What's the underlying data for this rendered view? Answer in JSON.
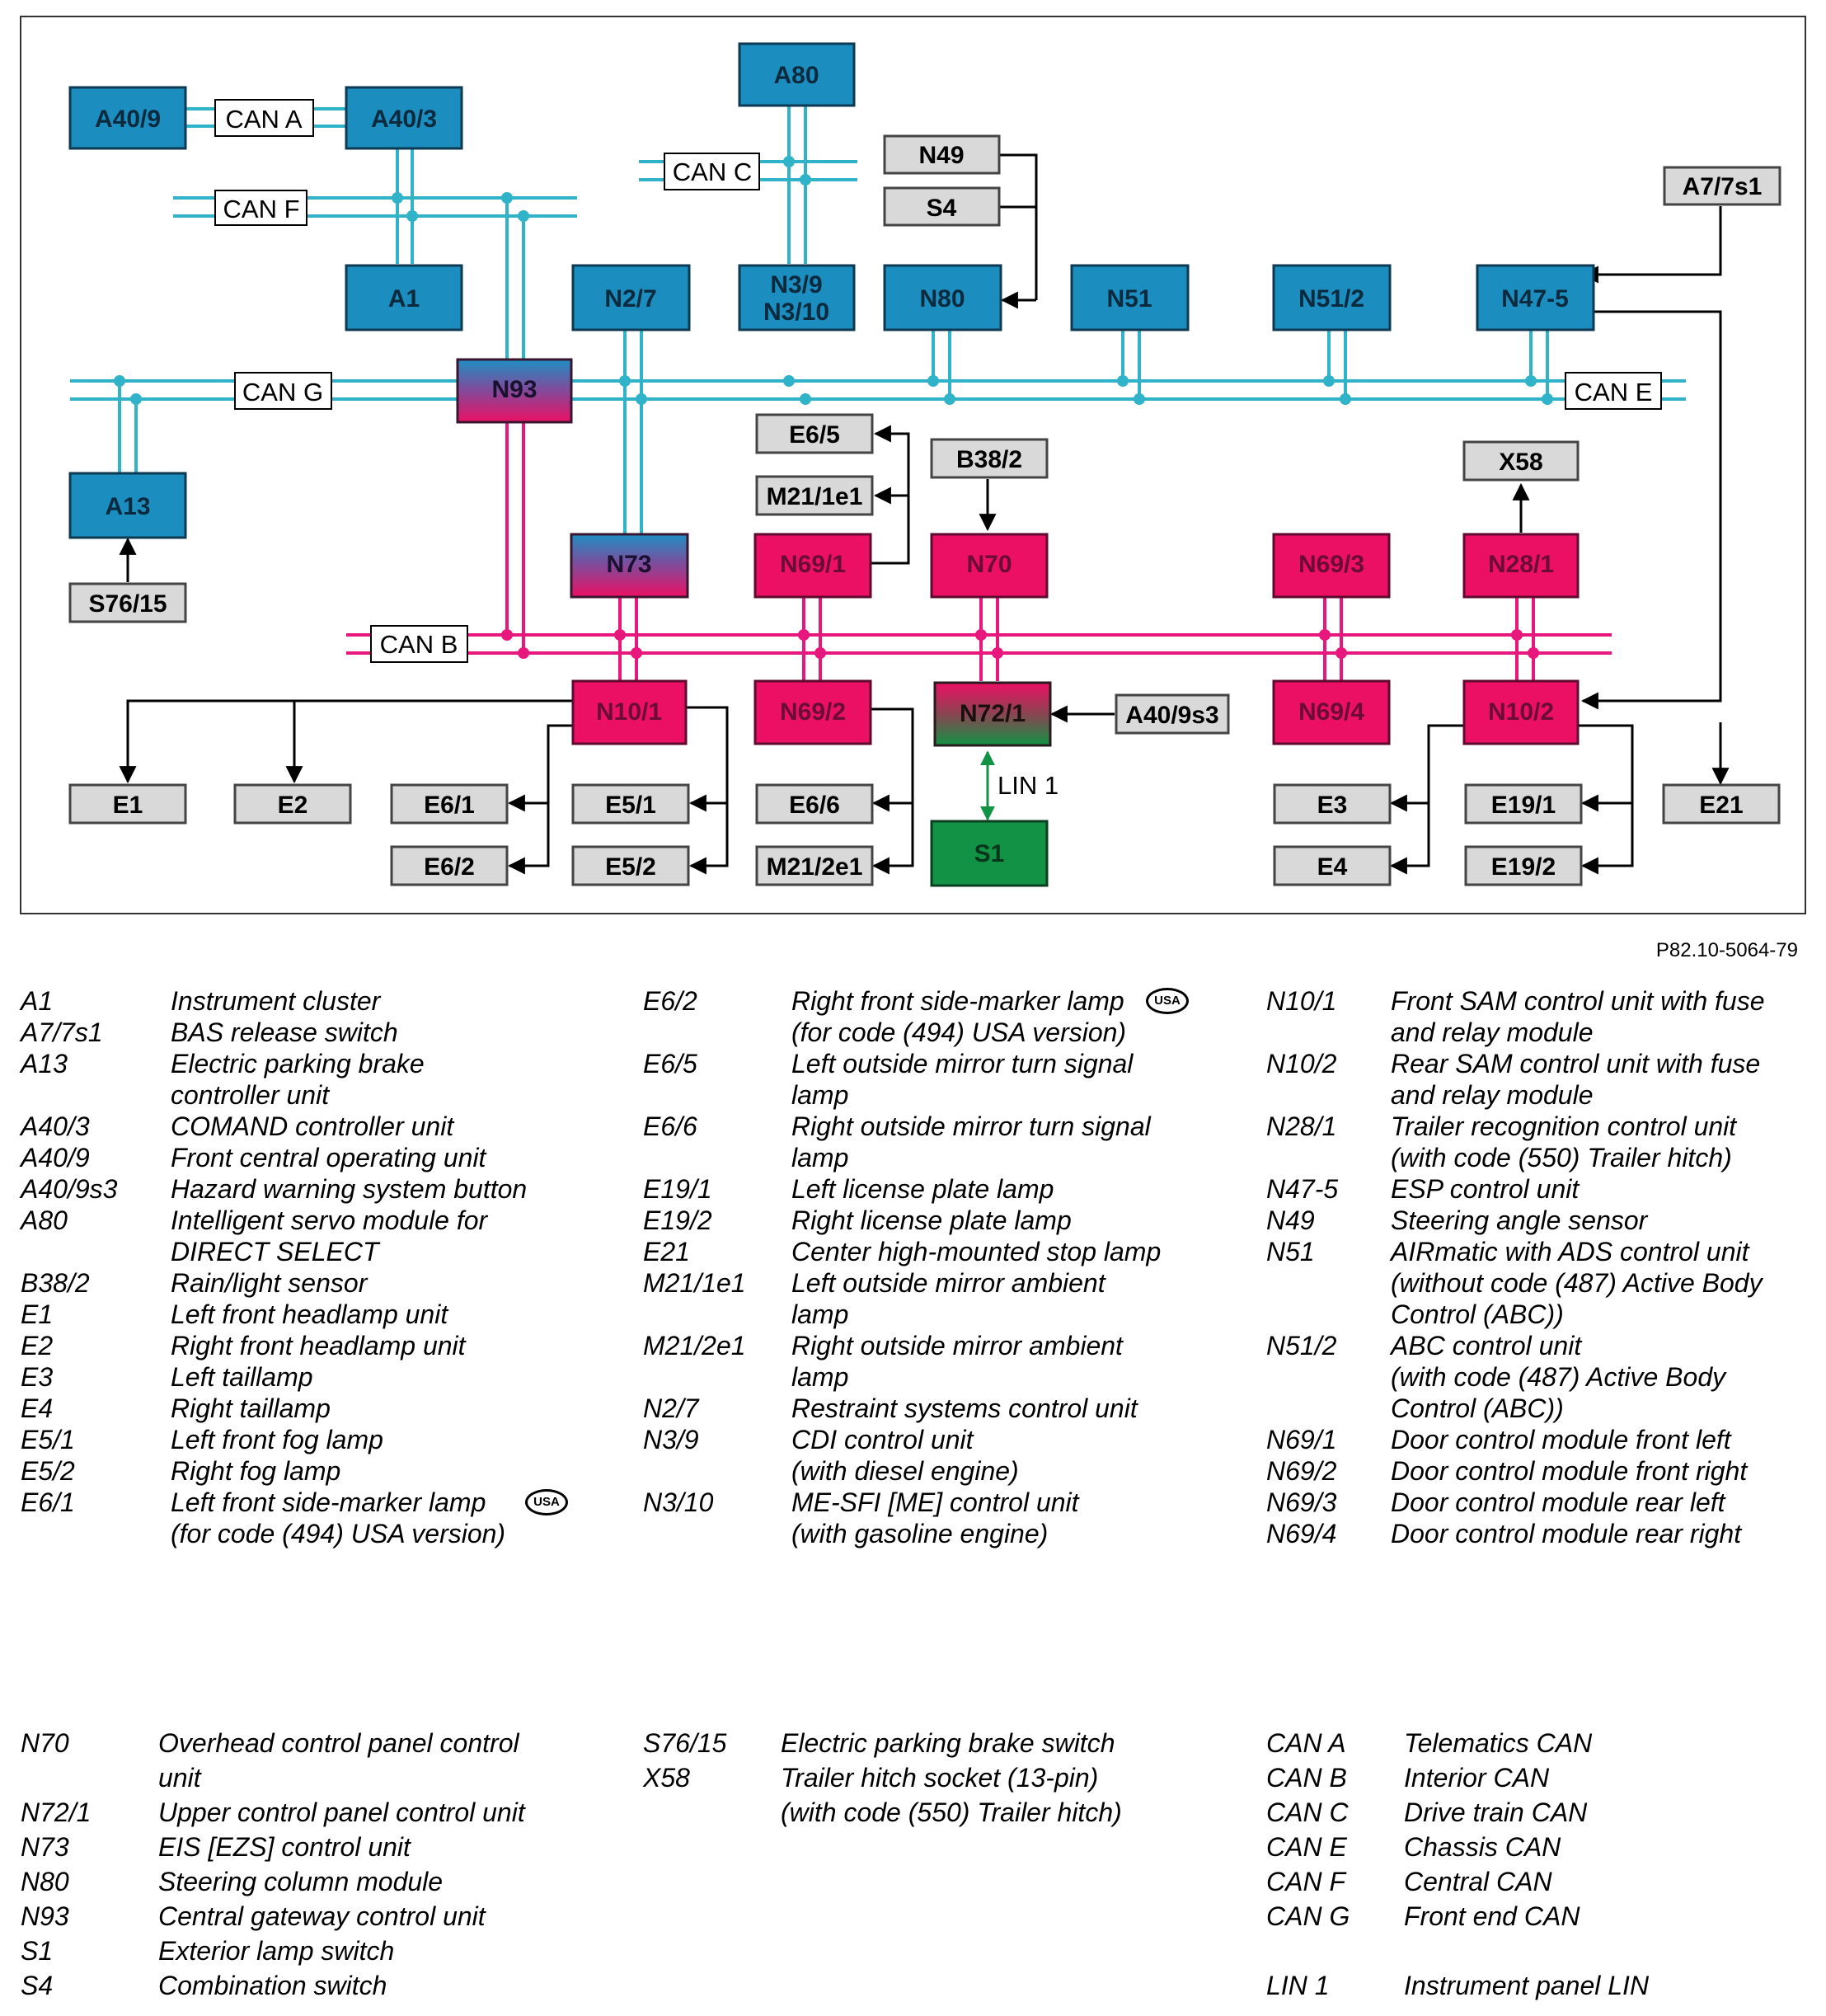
{
  "diagram": {
    "boxes": {
      "A40_9": "A40/9",
      "A40_3": "A40/3",
      "A80": "A80",
      "N49": "N49",
      "S4": "S4",
      "A7_7s1": "A7/7s1",
      "A1": "A1",
      "N2_7": "N2/7",
      "N3_9": "N3/9",
      "N3_10": "N3/10",
      "N80": "N80",
      "N51": "N51",
      "N51_2": "N51/2",
      "N47_5": "N47-5",
      "N93": "N93",
      "A13": "A13",
      "S76_15": "S76/15",
      "E6_5": "E6/5",
      "M21_1e1": "M21/1e1",
      "B38_2": "B38/2",
      "X58": "X58",
      "N73": "N73",
      "N69_1": "N69/1",
      "N70": "N70",
      "N69_3": "N69/3",
      "N28_1": "N28/1",
      "N10_1": "N10/1",
      "N69_2": "N69/2",
      "N72_1": "N72/1",
      "A40_9s3": "A40/9s3",
      "N69_4": "N69/4",
      "N10_2": "N10/2",
      "E1": "E1",
      "E2": "E2",
      "E6_1": "E6/1",
      "E6_2": "E6/2",
      "E5_1": "E5/1",
      "E5_2": "E5/2",
      "E6_6": "E6/6",
      "M21_2e1": "M21/2e1",
      "S1": "S1",
      "E3": "E3",
      "E4": "E4",
      "E19_1": "E19/1",
      "E19_2": "E19/2",
      "E21": "E21"
    },
    "bus_labels": {
      "can_a": "CAN A",
      "can_c": "CAN C",
      "can_f": "CAN F",
      "can_g": "CAN G",
      "can_e": "CAN E",
      "can_b": "CAN B",
      "lin_1": "LIN 1"
    },
    "colors": {
      "blue": "#1b8dbf",
      "pink": "#ec1064",
      "green": "#119245",
      "gray": "#d9d9d9",
      "can_blue_line": "#30b2c8",
      "can_pink_line": "#e8177e"
    }
  },
  "reference": "P82.10-5064-79",
  "usa_badge": "USA",
  "legend_top": {
    "col1": [
      {
        "code": "A1",
        "desc": [
          "Instrument cluster"
        ]
      },
      {
        "code": "A7/7s1",
        "desc": [
          "BAS release switch"
        ]
      },
      {
        "code": "A13",
        "desc": [
          "Electric parking brake",
          "controller unit"
        ]
      },
      {
        "code": "A40/3",
        "desc": [
          "COMAND controller unit"
        ]
      },
      {
        "code": "A40/9",
        "desc": [
          "Front central operating unit"
        ]
      },
      {
        "code": "A40/9s3",
        "desc": [
          "Hazard warning system button"
        ]
      },
      {
        "code": "A80",
        "desc": [
          "Intelligent servo module for",
          "DIRECT SELECT"
        ]
      },
      {
        "code": "B38/2",
        "desc": [
          "Rain/light sensor"
        ]
      },
      {
        "code": "E1",
        "desc": [
          "Left front headlamp unit"
        ]
      },
      {
        "code": "E2",
        "desc": [
          "Right front headlamp unit"
        ]
      },
      {
        "code": "E3",
        "desc": [
          "Left taillamp"
        ]
      },
      {
        "code": "E4",
        "desc": [
          "Right taillamp"
        ]
      },
      {
        "code": "E5/1",
        "desc": [
          "Left front fog lamp"
        ]
      },
      {
        "code": "E5/2",
        "desc": [
          "Right fog lamp"
        ]
      },
      {
        "code": "E6/1",
        "desc": [
          "Left front side-marker lamp",
          "(for code (494) USA version)"
        ],
        "usa": true
      }
    ],
    "col2": [
      {
        "code": "E6/2",
        "desc": [
          "Right front side-marker lamp",
          " (for code (494) USA version)"
        ],
        "usa": true
      },
      {
        "code": "E6/5",
        "desc": [
          "Left outside mirror turn signal",
          "lamp"
        ]
      },
      {
        "code": "E6/6",
        "desc": [
          "Right outside mirror turn signal",
          "lamp"
        ]
      },
      {
        "code": "E19/1",
        "desc": [
          "Left license plate lamp"
        ]
      },
      {
        "code": "E19/2",
        "desc": [
          "Right license plate lamp"
        ]
      },
      {
        "code": "E21",
        "desc": [
          "Center high-mounted stop lamp"
        ]
      },
      {
        "code": "M21/1e1",
        "desc": [
          "Left outside mirror ambient",
          "lamp"
        ]
      },
      {
        "code": "M21/2e1",
        "desc": [
          "Right outside mirror ambient",
          "lamp"
        ]
      },
      {
        "code": "N2/7",
        "desc": [
          "Restraint systems control unit"
        ]
      },
      {
        "code": "N3/9",
        "desc": [
          "CDI control unit",
          "(with diesel engine)"
        ]
      },
      {
        "code": "N3/10",
        "desc": [
          "ME-SFI [ME] control unit",
          "(with gasoline engine)"
        ]
      }
    ],
    "col3": [
      {
        "code": "N10/1",
        "desc": [
          "Front SAM control unit with fuse",
          "and relay module"
        ]
      },
      {
        "code": "N10/2",
        "desc": [
          "Rear SAM control unit with fuse",
          "and relay module"
        ]
      },
      {
        "code": "N28/1",
        "desc": [
          "Trailer recognition control unit",
          "(with code (550) Trailer hitch)"
        ]
      },
      {
        "code": "N47-5",
        "desc": [
          "ESP control unit"
        ]
      },
      {
        "code": "N49",
        "desc": [
          "Steering angle sensor"
        ]
      },
      {
        "code": "N51",
        "desc": [
          "AIRmatic with ADS control unit",
          "(without code (487) Active Body",
          "Control (ABC))"
        ]
      },
      {
        "code": "N51/2",
        "desc": [
          "ABC control unit",
          "(with code (487) Active Body",
          "Control (ABC))"
        ]
      },
      {
        "code": "N69/1",
        "desc": [
          "Door control module front left"
        ]
      },
      {
        "code": "N69/2",
        "desc": [
          "Door control module front right"
        ]
      },
      {
        "code": "N69/3",
        "desc": [
          "Door control module rear left"
        ]
      },
      {
        "code": "N69/4",
        "desc": [
          "Door control module rear right"
        ]
      }
    ]
  },
  "legend_bottom": {
    "col1": [
      {
        "code": "N70",
        "desc": [
          "Overhead control panel control",
          "unit"
        ]
      },
      {
        "code": "N72/1",
        "desc": [
          "Upper control panel control unit"
        ]
      },
      {
        "code": "N73",
        "desc": [
          "EIS [EZS] control unit"
        ]
      },
      {
        "code": "N80",
        "desc": [
          "Steering column module"
        ]
      },
      {
        "code": "N93",
        "desc": [
          "Central gateway control unit"
        ]
      },
      {
        "code": "S1",
        "desc": [
          "Exterior lamp switch"
        ]
      },
      {
        "code": "S4",
        "desc": [
          "Combination switch"
        ]
      }
    ],
    "col2": [
      {
        "code": "S76/15",
        "desc": [
          "Electric parking brake switch"
        ]
      },
      {
        "code": "X58",
        "desc": [
          "Trailer hitch socket (13-pin)",
          "(with code (550) Trailer hitch)"
        ]
      }
    ],
    "col3": [
      {
        "code": "CAN A",
        "desc": [
          "Telematics CAN"
        ]
      },
      {
        "code": "CAN B",
        "desc": [
          "Interior CAN"
        ]
      },
      {
        "code": "CAN C",
        "desc": [
          "Drive train CAN"
        ]
      },
      {
        "code": "CAN E",
        "desc": [
          "Chassis CAN"
        ]
      },
      {
        "code": "CAN F",
        "desc": [
          "Central CAN"
        ]
      },
      {
        "code": "CAN G",
        "desc": [
          "Front end CAN"
        ]
      },
      {
        "code": "LIN 1",
        "desc": [
          "Instrument panel LIN"
        ],
        "gap": true
      }
    ]
  }
}
